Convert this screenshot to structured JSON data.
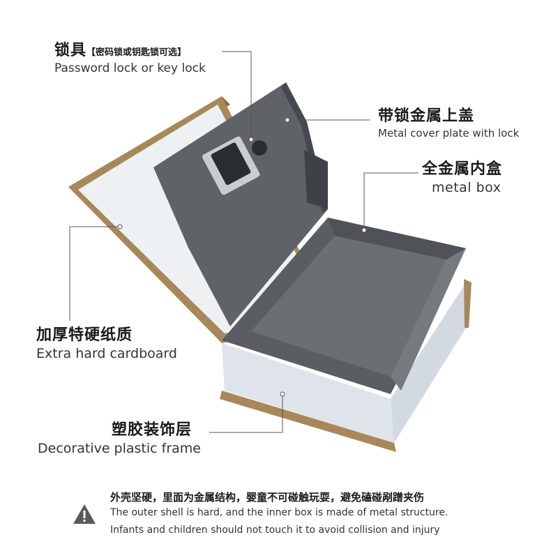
{
  "callouts": {
    "lock": {
      "zh": "锁具",
      "zh_note": "【密码锁或钥匙锁可选】",
      "en": "Password lock or key lock"
    },
    "cover": {
      "zh": "带锁金属上盖",
      "en": "Metal cover plate with lock"
    },
    "box": {
      "zh": "全金属内盒",
      "en": "metal box"
    },
    "cardboard": {
      "zh": "加厚特硬纸质",
      "en": "Extra hard cardboard"
    },
    "frame": {
      "zh": "塑胶装饰层",
      "en": "Decorative plastic frame"
    }
  },
  "warning": {
    "icon": "warning-triangle-icon",
    "zh": "外壳坚硬，里面为金属结构，婴童不可碰触玩耍，避免磕碰剐蹭夹伤",
    "en_line1": "The outer shell is hard, and the inner box is made of metal structure.",
    "en_line2": "Infants and children should not touch it to avoid collision and injury"
  },
  "colors": {
    "metal": "#5f6367",
    "metal_dark": "#45494d",
    "book_cover": "#a8885a",
    "pages": "#dfe4ea",
    "leader": "#555555"
  }
}
